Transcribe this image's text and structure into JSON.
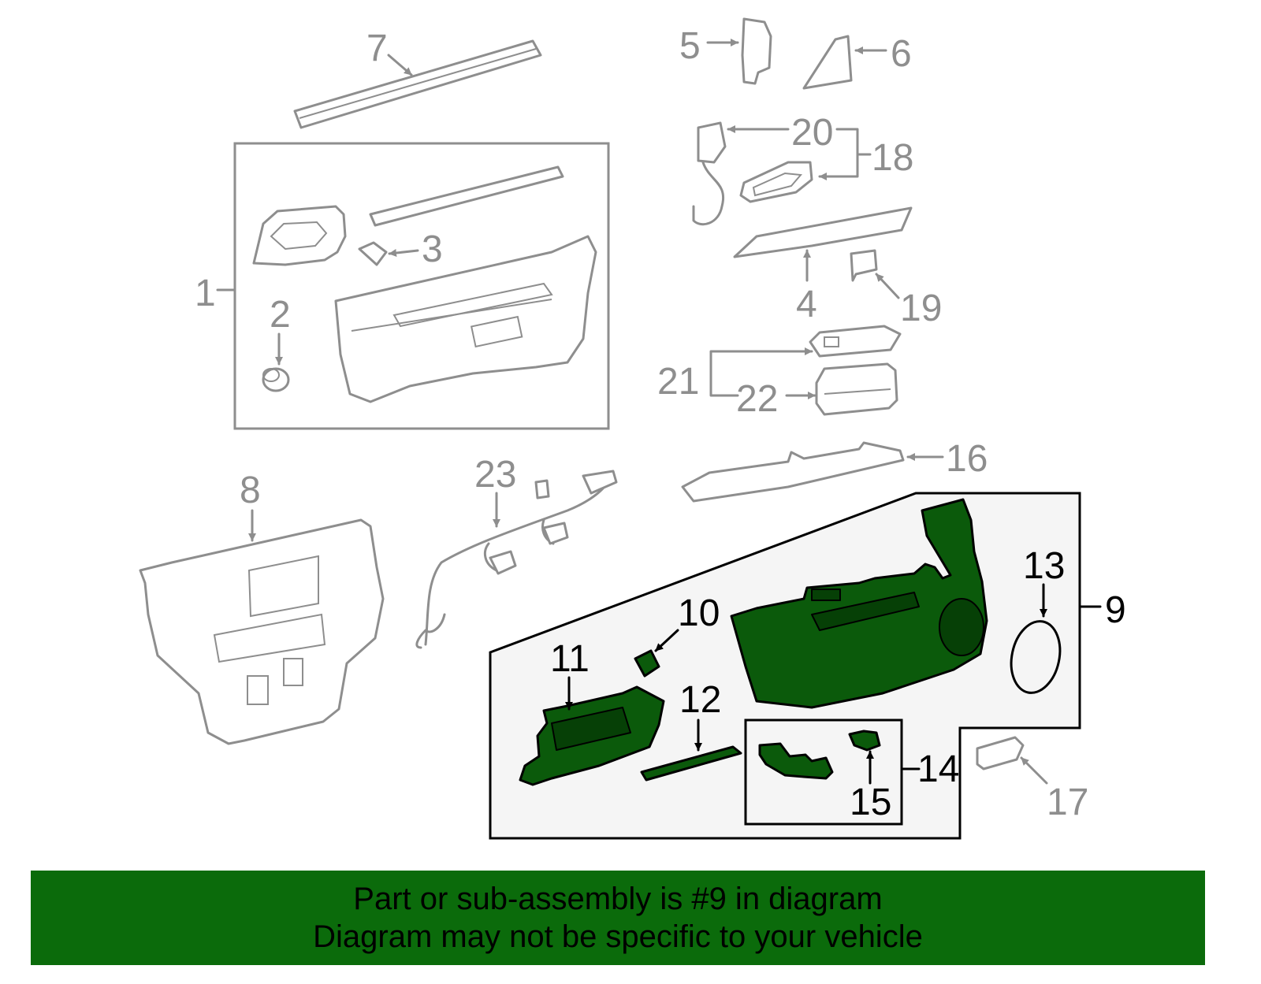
{
  "callouts": {
    "c1": "1",
    "c2": "2",
    "c3": "3",
    "c4": "4",
    "c5": "5",
    "c6": "6",
    "c7": "7",
    "c8": "8",
    "c9": "9",
    "c10": "10",
    "c11": "11",
    "c12": "12",
    "c13": "13",
    "c14": "14",
    "c15": "15",
    "c16": "16",
    "c17": "17",
    "c18": "18",
    "c19": "19",
    "c20": "20",
    "c21": "21",
    "c22": "22",
    "c23": "23"
  },
  "footer": {
    "line1": "Part or sub-assembly is #9 in diagram",
    "line2": "Diagram may not be specific to your vehicle"
  },
  "colors": {
    "highlight_fill": "#0b5a0b",
    "banner": "#0b6b0b",
    "part_outline": "#8e8e8e",
    "group_panel": "#f5f5f5"
  }
}
